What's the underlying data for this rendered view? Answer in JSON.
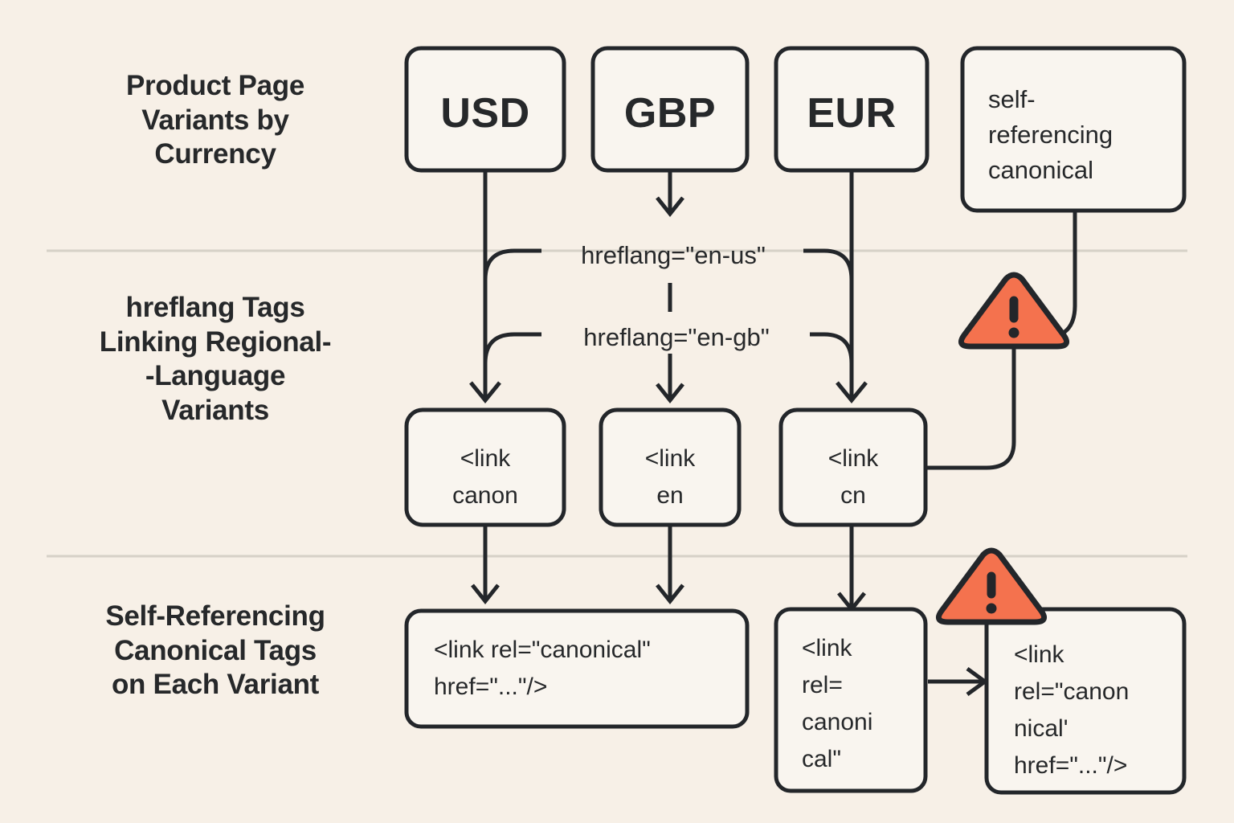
{
  "theme": {
    "background": "#F7F0E7",
    "box_fill": "#F9F5EF",
    "ink": "#23262A",
    "divider": "#D6D1C7",
    "warning_fill": "#F4724E"
  },
  "rows": [
    {
      "id": "row-currency",
      "label_lines": [
        "Product Page",
        "Variants by",
        "Currency"
      ]
    },
    {
      "id": "row-hreflang",
      "label_lines": [
        "hreflang Tags",
        "Linking Regional-",
        "-Language",
        "Variants"
      ]
    },
    {
      "id": "row-canonical",
      "label_lines": [
        "Self-Referencing",
        "Canonical Tags",
        "on Each Variant"
      ]
    }
  ],
  "nodes": {
    "usd": {
      "text": "USD"
    },
    "gbp": {
      "text": "GBP"
    },
    "eur": {
      "text": "EUR"
    },
    "self_ref_canonical": {
      "lines": [
        "self-",
        "referencing",
        "canonical"
      ]
    },
    "link_canon": {
      "lines": [
        "<link",
        "canon"
      ]
    },
    "link_en": {
      "lines": [
        "<link",
        "en"
      ]
    },
    "link_cn": {
      "lines": [
        "<link",
        "cn"
      ]
    },
    "canonical_full": {
      "lines": [
        "<link rel=\"canonical\"",
        "href=\"...\"/>"
      ]
    },
    "canonical_partial": {
      "lines": [
        "<link",
        "rel=",
        "canoni",
        "cal\""
      ]
    },
    "canonical_wrapped": {
      "lines": [
        "<link",
        "rel=\"canon",
        "nical'",
        "href=\"...\"/>"
      ]
    }
  },
  "edge_labels": {
    "hreflang_en_us": "hreflang=\"en-us\"",
    "hreflang_en_gb": "hreflang=\"en-gb\""
  },
  "warnings": [
    {
      "id": "warning-hreflang",
      "glyph": "!"
    },
    {
      "id": "warning-canonical",
      "glyph": "!"
    }
  ]
}
